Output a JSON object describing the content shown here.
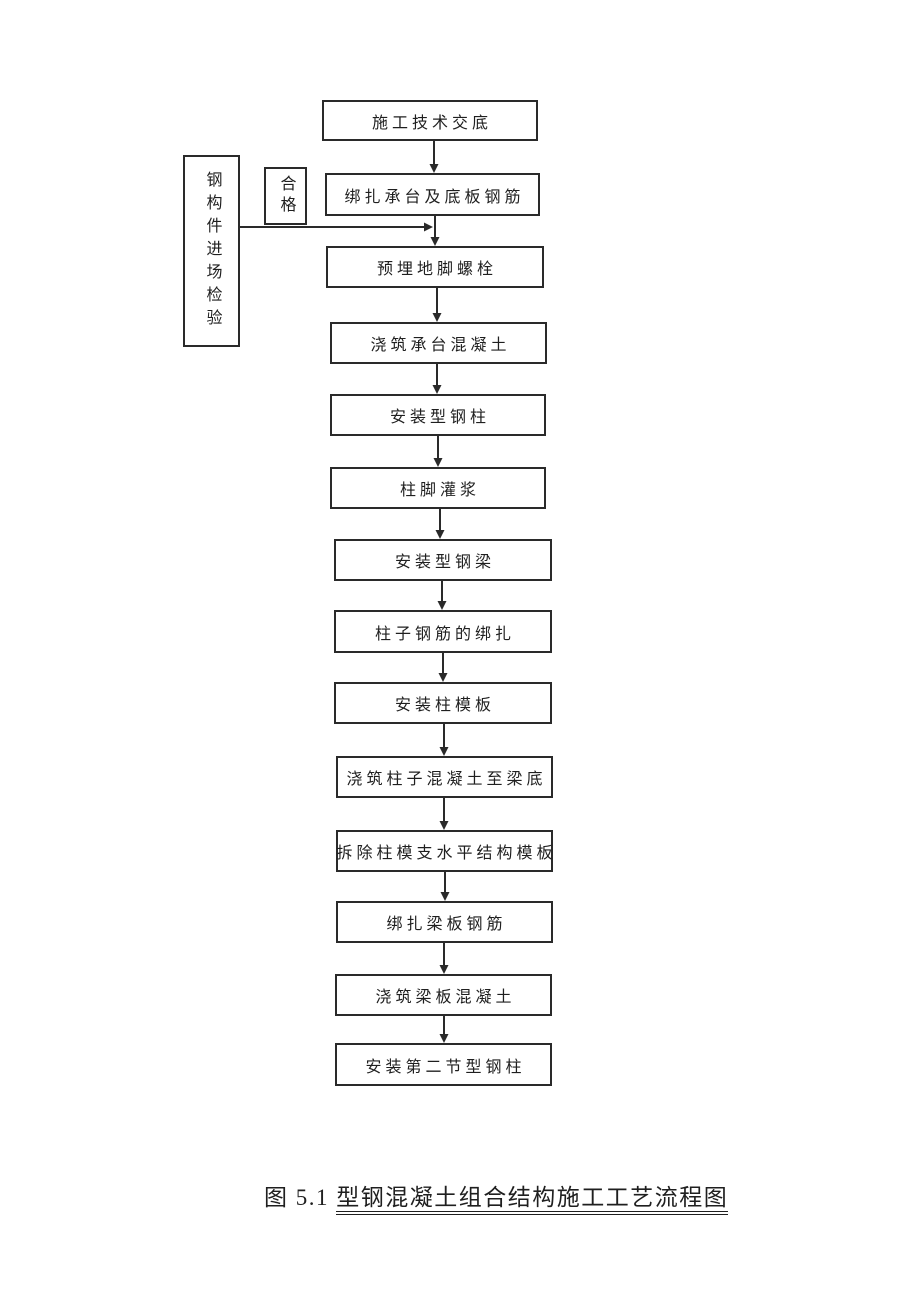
{
  "figure": {
    "caption_prefix": "图 5.1 ",
    "caption_title": "型钢混凝土组合结构施工工艺流程图"
  },
  "flowchart": {
    "steps": [
      {
        "label": "施工技术交底"
      },
      {
        "label": "绑扎承台及底板钢筋"
      },
      {
        "label": "预埋地脚螺栓"
      },
      {
        "label": "浇筑承台混凝土"
      },
      {
        "label": "安装型钢柱"
      },
      {
        "label": "柱脚灌浆"
      },
      {
        "label": "安装型钢梁"
      },
      {
        "label": "柱子钢筋的绑扎"
      },
      {
        "label": "安装柱模板"
      },
      {
        "label": "浇筑柱子混凝土至梁底"
      },
      {
        "label": "拆除柱模支水平结构模板"
      },
      {
        "label": "绑扎梁板钢筋"
      },
      {
        "label": "浇筑梁板混凝土"
      },
      {
        "label": "安装第二节型钢柱"
      }
    ],
    "side_box_label": "钢构件进场检验",
    "qualified_label": "合格",
    "line_color": "#2a2a2a"
  }
}
